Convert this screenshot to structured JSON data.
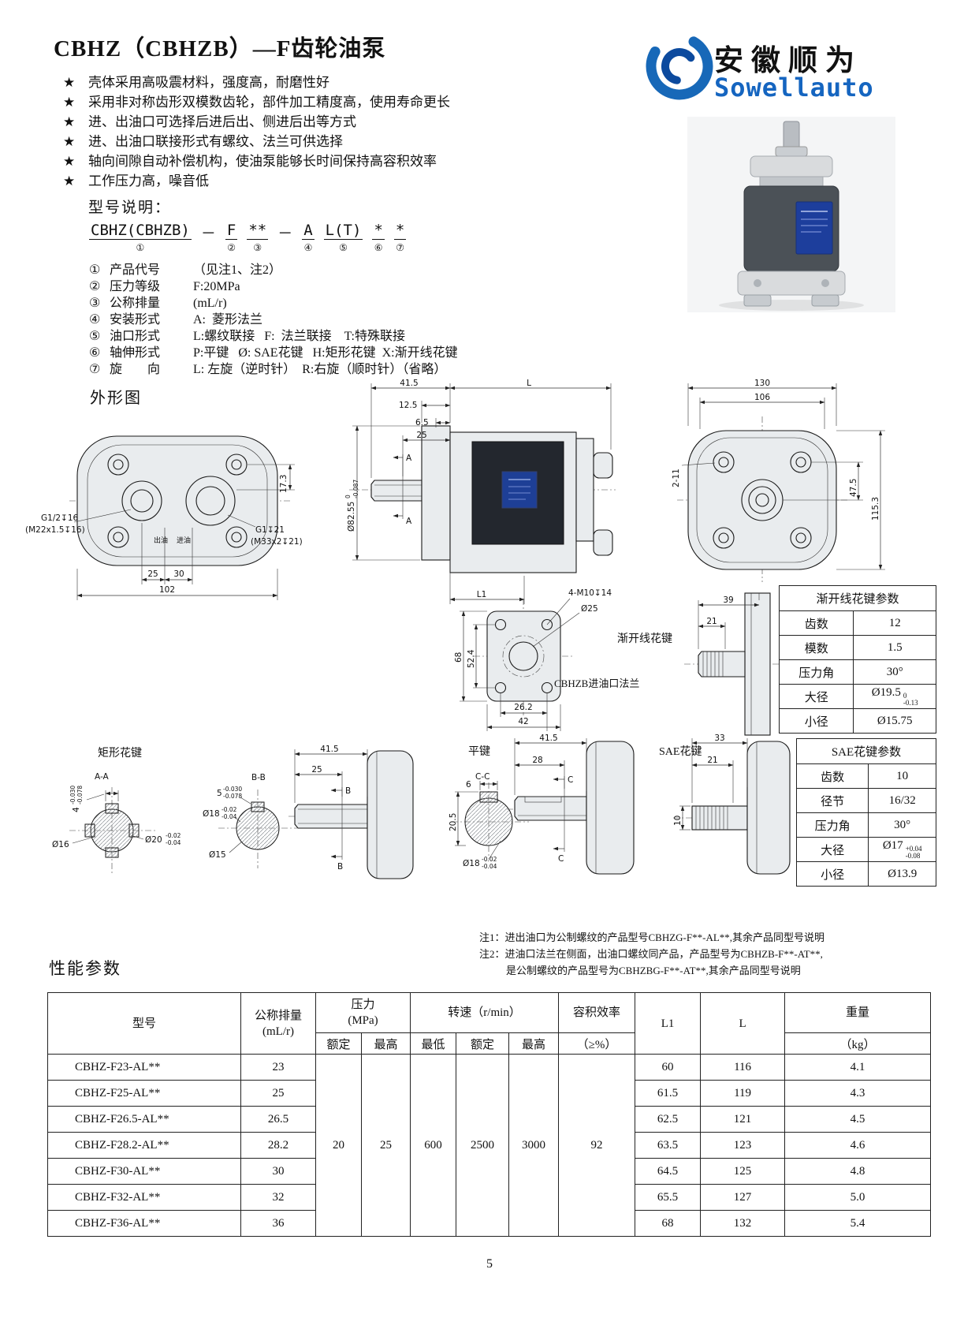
{
  "doc": {
    "title": "CBHZ（CBHZB）—F齿轮油泵",
    "page_number": "5",
    "star": "★"
  },
  "brand": {
    "name_cn": "安徽顺为",
    "name_en": "Sowellauto",
    "accent_color": "#1565c0"
  },
  "features": [
    "壳体采用高吸震材料，强度高，耐磨性好",
    "采用非对称齿形双模数齿轮，部件加工精度高，使用寿命更长",
    "进、出油口可选择后进后出、侧进后出等方式",
    "进、出油口联接形式有螺纹、法兰可供选择",
    "轴向间隙自动补偿机构，使油泵能够长时间保持高容积效率",
    "工作压力高，噪音低"
  ],
  "model_spec": {
    "heading": "型号说明：",
    "code": {
      "p1": "CBHZ(CBHZB)",
      "n1": "①",
      "dash1": "－",
      "p2": "F",
      "n2": "②",
      "p3": "**",
      "n3": "③",
      "dash2": "－",
      "p4": "A",
      "n4": "④",
      "p5": "L(T)",
      "n5": "⑤",
      "p6": "*",
      "n6": "⑥",
      "p7": "*",
      "n7": "⑦"
    },
    "items": [
      {
        "num": "①",
        "label": "产品代号",
        "value": "（见注1、注2）"
      },
      {
        "num": "②",
        "label": "压力等级",
        "value": "F:20MPa"
      },
      {
        "num": "③",
        "label": "公称排量",
        "value": "(mL/r)"
      },
      {
        "num": "④",
        "label": "安装形式",
        "value": "A:  菱形法兰"
      },
      {
        "num": "⑤",
        "label": "油口形式",
        "value": "L:螺纹联接   F:  法兰联接    T:特殊联接"
      },
      {
        "num": "⑥",
        "label": "轴伸形式",
        "value": "P:平键   Ø: SAE花键   H:矩形花键  X:渐开线花键"
      },
      {
        "num": "⑦",
        "label": "旋　　向",
        "value": "L: 左旋（逆时针）  R:右旋（顺时针）（省略）"
      }
    ]
  },
  "outline": {
    "heading": "外形图"
  },
  "drawings": {
    "front": {
      "dim_17_3": "17.3",
      "port_left_1": "G1/2↧16",
      "port_left_2": "(M22x1.5↧16)",
      "port_right_1": "G1↧21",
      "port_right_2": "(M33x2↧21)",
      "outlet": "出油",
      "inlet": "进油",
      "dim_25": "25",
      "dim_30": "30",
      "dim_102": "102"
    },
    "side": {
      "dim_41_5": "41.5",
      "dim_l": "L",
      "dim_12_5": "12.5",
      "dim_6_5": "6.5",
      "dim_25": "25",
      "section": "A",
      "dia_main": "Ø82.55",
      "dia_tol_up": "0",
      "dia_tol_dn": "-0.087",
      "dim_l1": "L1"
    },
    "rear": {
      "dim_130": "130",
      "dim_106": "106",
      "holes": "2-11",
      "dim_47_5": "47.5",
      "dim_115_3": "115.3"
    },
    "flange": {
      "bolt_label": "4-M10↧14",
      "dia_25": "Ø25",
      "dim_68": "68",
      "dim_52_4": "52.4",
      "dim_26_2": "26.2",
      "dim_42": "42",
      "caption": "CBHZB进油口法兰"
    },
    "involute_shaft": {
      "caption": "渐开线花键",
      "dim_39": "39",
      "dim_21": "21"
    },
    "rect_spline": {
      "caption": "矩形花键",
      "section": "A-A",
      "dim_4": "4",
      "dim_4_tol_up": "-0.030",
      "dim_4_tol_dn": "-0.078",
      "dia_16": "Ø16",
      "dia_20": "Ø20",
      "dia_20_tol_up": "-0.02",
      "dia_20_tol_dn": "-0.04"
    },
    "section_bb": {
      "section": "B-B",
      "dim_5": "5",
      "dim_5_tol_up": "-0.030",
      "dim_5_tol_dn": "-0.078",
      "dia_18": "Ø18",
      "dia_18_tol_up": "-0.02",
      "dia_18_tol_dn": "-0.04",
      "dia_15": "Ø15"
    },
    "shaft_b": {
      "dim_41_5": "41.5",
      "dim_25": "25",
      "section": "B"
    },
    "flat_key": {
      "caption": "平键",
      "section": "C-C",
      "dim_6": "6",
      "dim_20_5": "20.5",
      "dia_18": "Ø18",
      "dia_18_tol_up": "-0.02",
      "dia_18_tol_dn": "-0.04"
    },
    "shaft_c": {
      "dim_41_5": "41.5",
      "dim_28": "28",
      "section": "C"
    },
    "sae_shaft": {
      "caption": "SAE花键",
      "dim_33": "33",
      "dim_21": "21",
      "dim_10": "10"
    }
  },
  "involute_table": {
    "title": "渐开线花键参数",
    "rows": [
      {
        "label": "齿数",
        "value": "12"
      },
      {
        "label": "模数",
        "value": "1.5"
      },
      {
        "label": "压力角",
        "value": "30°"
      },
      {
        "label": "大径",
        "value": "Ø19.5",
        "tol_up": "0",
        "tol_dn": "-0.13"
      },
      {
        "label": "小径",
        "value": "Ø15.75"
      }
    ]
  },
  "sae_table": {
    "title": "SAE花键参数",
    "rows": [
      {
        "label": "齿数",
        "value": "10"
      },
      {
        "label": "径节",
        "value": "16/32"
      },
      {
        "label": "压力角",
        "value": "30°"
      },
      {
        "label": "大径",
        "value": "Ø17",
        "tol_up": "+0.04",
        "tol_dn": "-0.08"
      },
      {
        "label": "小径",
        "value": "Ø13.9"
      }
    ]
  },
  "notes": {
    "line1": "注1：进出油口为公制螺纹的产品型号CBHZG-F**-AL**,其余产品同型号说明",
    "line2": "注2：进油口法兰在侧面，出油口螺纹同产品，产品型号为CBHZB-F**-AT**,",
    "line3": "是公制螺纹的产品型号为CBHZBG-F**-AT**,其余产品同型号说明"
  },
  "performance": {
    "heading": "性能参数",
    "header": {
      "model": "型号",
      "displacement_1": "公称排量",
      "displacement_2": "(mL/r)",
      "pressure": "压力",
      "pressure_unit": "(MPa)",
      "speed": "转速（r/min）",
      "rated": "额定",
      "max": "最高",
      "min": "最低",
      "vol_eff": "容积效率",
      "vol_eff_unit": "（≥%）",
      "l1": "L1",
      "l": "L",
      "weight": "重量",
      "weight_unit": "（kg）"
    },
    "shared": {
      "pressure_rated": "20",
      "pressure_max": "25",
      "speed_min": "600",
      "speed_rated": "2500",
      "speed_max": "3000",
      "vol_eff": "92"
    },
    "rows": [
      {
        "model": "CBHZ-F23-AL**",
        "disp": "23",
        "l1": "60",
        "l": "116",
        "weight": "4.1"
      },
      {
        "model": "CBHZ-F25-AL**",
        "disp": "25",
        "l1": "61.5",
        "l": "119",
        "weight": "4.3"
      },
      {
        "model": "CBHZ-F26.5-AL**",
        "disp": "26.5",
        "l1": "62.5",
        "l": "121",
        "weight": "4.5"
      },
      {
        "model": "CBHZ-F28.2-AL**",
        "disp": "28.2",
        "l1": "63.5",
        "l": "123",
        "weight": "4.6"
      },
      {
        "model": "CBHZ-F30-AL**",
        "disp": "30",
        "l1": "64.5",
        "l": "125",
        "weight": "4.8"
      },
      {
        "model": "CBHZ-F32-AL**",
        "disp": "32",
        "l1": "65.5",
        "l": "127",
        "weight": "5.0"
      },
      {
        "model": "CBHZ-F36-AL**",
        "disp": "36",
        "l1": "68",
        "l": "132",
        "weight": "5.4"
      }
    ]
  }
}
